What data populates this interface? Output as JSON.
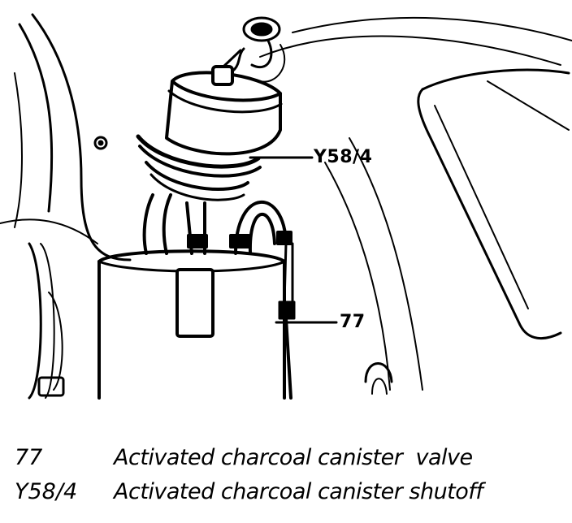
{
  "callouts": {
    "shutoff": "Y58/4",
    "valve": "77"
  },
  "legend": {
    "items": [
      {
        "code": "77",
        "description": "Activated charcoal canister  valve"
      },
      {
        "code": "Y58/4",
        "description": "Activated charcoal canister shutoff"
      }
    ]
  },
  "colors": {
    "ink": "#000000",
    "paper": "#ffffff"
  }
}
